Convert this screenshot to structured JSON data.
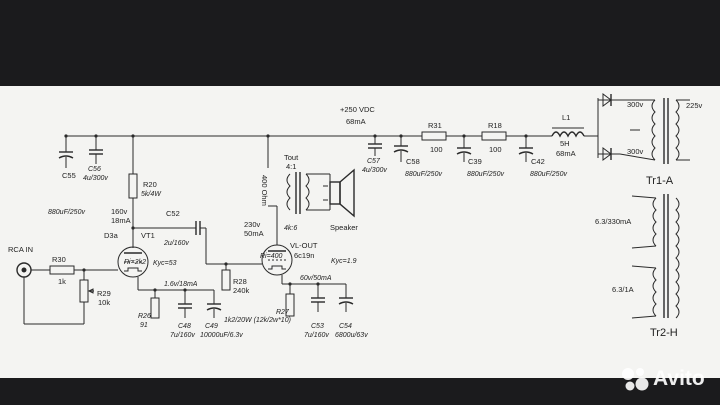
{
  "labels": {
    "supply": "+250 VDC",
    "supply_current": "68mA",
    "r31": "R31",
    "r31_val": "100",
    "r18": "R18",
    "r18_val": "100",
    "l1": "L1",
    "l1_val": "5H",
    "l1_cur": "68mA",
    "c57": "C57",
    "c57_val": "4u/300v",
    "c58": "C58",
    "c58_val": "880uF/250v",
    "c39": "C39",
    "c39_val": "880uF/250v",
    "c42": "C42",
    "c42_val": "880uF/250v",
    "c55": "C55",
    "c55_val": "880uF/250v",
    "c56": "C56",
    "c56_val": "4u/300v",
    "r20": "R20",
    "r20_val": "5k/4W",
    "vt1_v": "160v",
    "vt1_i": "18mA",
    "d3a": "D3a",
    "vt1": "VT1",
    "ri1": "Ri=2k2",
    "kyc1": "Kyc=53",
    "c52": "C52",
    "c52_val": "2u/160v",
    "rca": "RCA IN",
    "r30": "R30",
    "r30_val": "1k",
    "r29": "R29",
    "r29_val": "10k",
    "r26": "R26",
    "r26_val": "91",
    "cath1": "1.6v/18mA",
    "c48": "C48",
    "c48_val": "7u/160v",
    "c49": "C49",
    "c49_val": "10000uF/6.3v",
    "r28": "R28",
    "r28_val": "240k",
    "grid_res": "1k2/20W (12k/2w*10)",
    "r27": "R27",
    "vt2_v": "230v",
    "vt2_i": "50mA",
    "vlout": "VL-OUT",
    "vl_tube": "6c19n",
    "ri2": "Ri=400",
    "kyc2": "Kyc=1.9",
    "cath2": "60v/50mA",
    "c53": "C53",
    "c53_val": "7u/160v",
    "c54": "C54",
    "c54_val": "6800u/63v",
    "tout": "Tout",
    "tout_ratio": "4:1",
    "tout_ohm": "400 Ohm",
    "tout_sec": "4k:6",
    "speaker": "Speaker",
    "tr1_v1": "300v",
    "tr1_v2": "300v",
    "tr1_sec": "225v",
    "tr1": "Tr1-A",
    "tr2_w1": "6.3/330mA",
    "tr2_w2": "6.3/1A",
    "tr2": "Tr2-H"
  },
  "watermark": "Avito",
  "colors": {
    "screen": "#f4f4f2",
    "bezel": "#1b1b1d",
    "ink": "#2a2a2a"
  }
}
